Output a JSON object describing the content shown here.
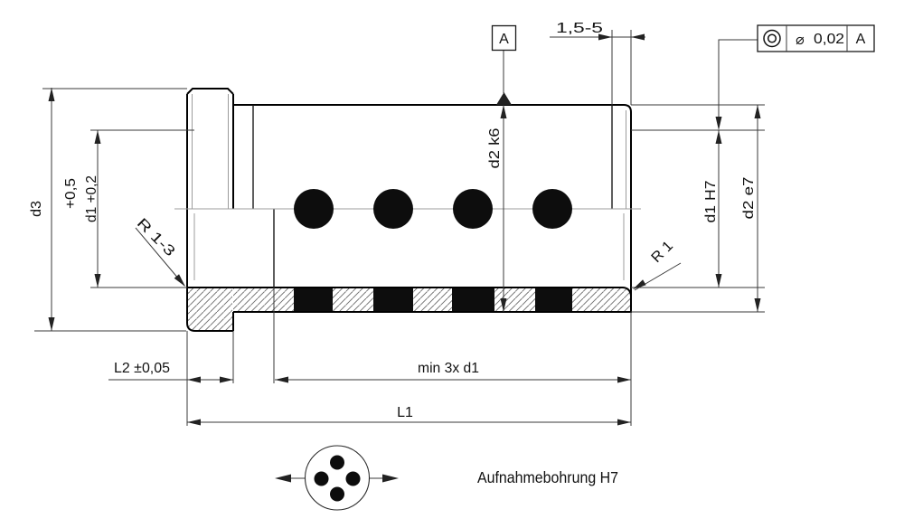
{
  "drawing": {
    "view_main": {
      "dims": {
        "top_length": "1,5-5",
        "outer_mid": "d2 k6",
        "bore_right": "d1 H7",
        "outer_right": "d2 e7",
        "flange_dia": "d3",
        "bore_left_upper_tol": "+0,5",
        "bore_left": "d1 +0,2",
        "radius_left": "R 1-3",
        "radius_right": "R 1",
        "flange_width": "L2 ±0,05",
        "min_guide_length": "min 3x d1",
        "total_length": "L1"
      },
      "datum": {
        "label": "A"
      },
      "fcf": {
        "characteristic": "concentricity",
        "diameter_symbol": "⌀",
        "tolerance": "0,02",
        "datum_ref": "A"
      }
    },
    "view_detail": {
      "note": "Aufnahmebohrung H7"
    },
    "colors": {
      "edge": "#000000",
      "dim": "#3a3a3a",
      "thin": "#9c9c9c",
      "ink": "#0d0d0d",
      "bg": "#ffffff"
    }
  }
}
